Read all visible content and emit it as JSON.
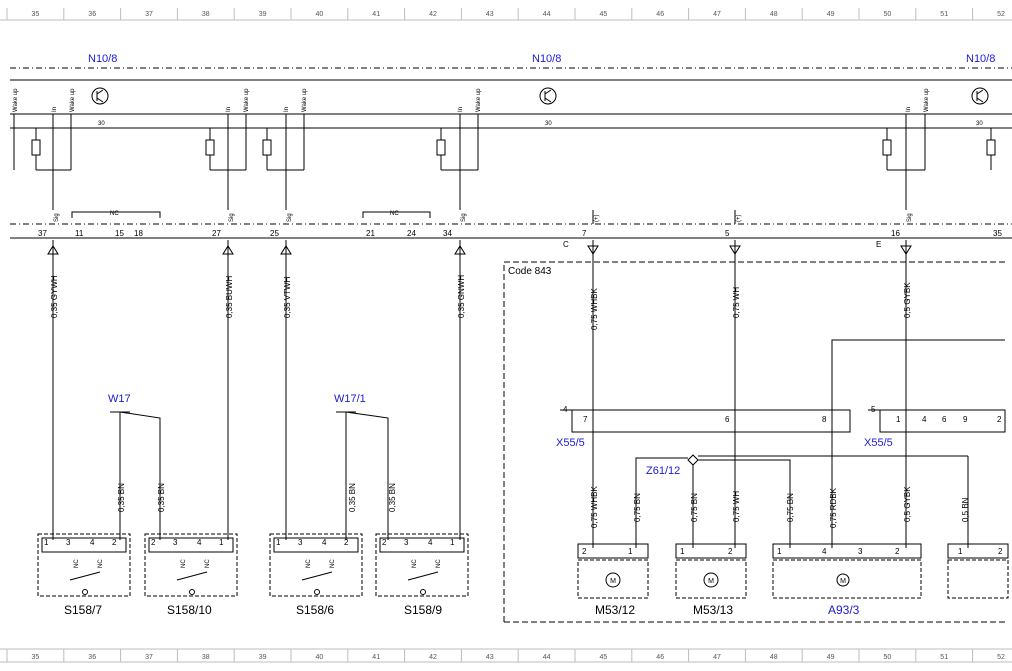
{
  "ruler": {
    "top": [
      "35",
      "36",
      "37",
      "38",
      "39",
      "40",
      "41",
      "42",
      "43",
      "44",
      "45",
      "46",
      "47",
      "48",
      "49",
      "50",
      "51",
      "52"
    ],
    "bottom": [
      "35",
      "36",
      "37",
      "38",
      "39",
      "40",
      "41",
      "42",
      "43",
      "44",
      "45",
      "46",
      "47",
      "48",
      "49",
      "50",
      "51",
      "52"
    ]
  },
  "modules": {
    "n10_8_a": "N10/8",
    "n10_8_b": "N10/8",
    "n10_8_c": "N10/8",
    "wake_up": "Wake up",
    "in": "In",
    "bus_30": "30",
    "sig": "Sig",
    "plus": "(+)",
    "nc": "NC"
  },
  "left_connector": {
    "pins": [
      "37",
      "11",
      "15",
      "18",
      "27",
      "25",
      "21",
      "24",
      "34"
    ]
  },
  "right_connector": {
    "pins": [
      "7",
      "5",
      "16",
      "35"
    ],
    "letters": [
      "C",
      "E"
    ]
  },
  "wires": {
    "w37": "0,35 GYWH",
    "w27": "0,35 BUWH",
    "w25": "0,35 VTWH",
    "w34": "0,35 GNWH",
    "w7": "0,75 WHBK",
    "w5": "0,75 WH",
    "w16": "0,5 GYBK",
    "bn1": "0,35 BN",
    "bn2": "0,35 BN",
    "bn3": "0,35 BN",
    "bn4": "0,35 BN",
    "l_whbk": "0,75 WHBK",
    "l_bn1": "0,75 BN",
    "l_bn2": "0,75 BN",
    "l_wh": "0,75 WH",
    "l_bn3": "0,75 BN",
    "l_rdbk": "0,75 RDBK",
    "l_gybk": "0,5 GYBK",
    "l_bn4": "0,5 BN"
  },
  "grounds": {
    "w17": "W17",
    "w17_1": "W17/1"
  },
  "code_box": "Code 843",
  "x55": {
    "left": "X55/5",
    "right": "X55/5",
    "num4": "4",
    "num5": "5",
    "p7": "7",
    "p6": "6",
    "p8": "8",
    "p1": "1",
    "p4": "4",
    "p6b": "6",
    "p9": "9",
    "p2": "2"
  },
  "splice": "Z61/12",
  "switches": {
    "s158_7": "S158/7",
    "s158_10": "S158/10",
    "s158_6": "S158/6",
    "s158_9": "S158/9",
    "pins_a": [
      "1",
      "3",
      "4",
      "2"
    ],
    "pins_b": [
      "2",
      "3",
      "4",
      "1"
    ]
  },
  "motors": {
    "m53_12": "M53/12",
    "m53_13": "M53/13",
    "a93_3": "A93/3",
    "m": "M"
  },
  "motor_pins": {
    "m12": [
      "2",
      "1"
    ],
    "m13": [
      "1",
      "2"
    ],
    "a93": [
      "1",
      "4",
      "3",
      "2"
    ],
    "right": [
      "1",
      "2"
    ]
  },
  "colors": {
    "blue": "#1a1ad4",
    "line": "#000000",
    "ruler_line": "#bdbdbd"
  }
}
